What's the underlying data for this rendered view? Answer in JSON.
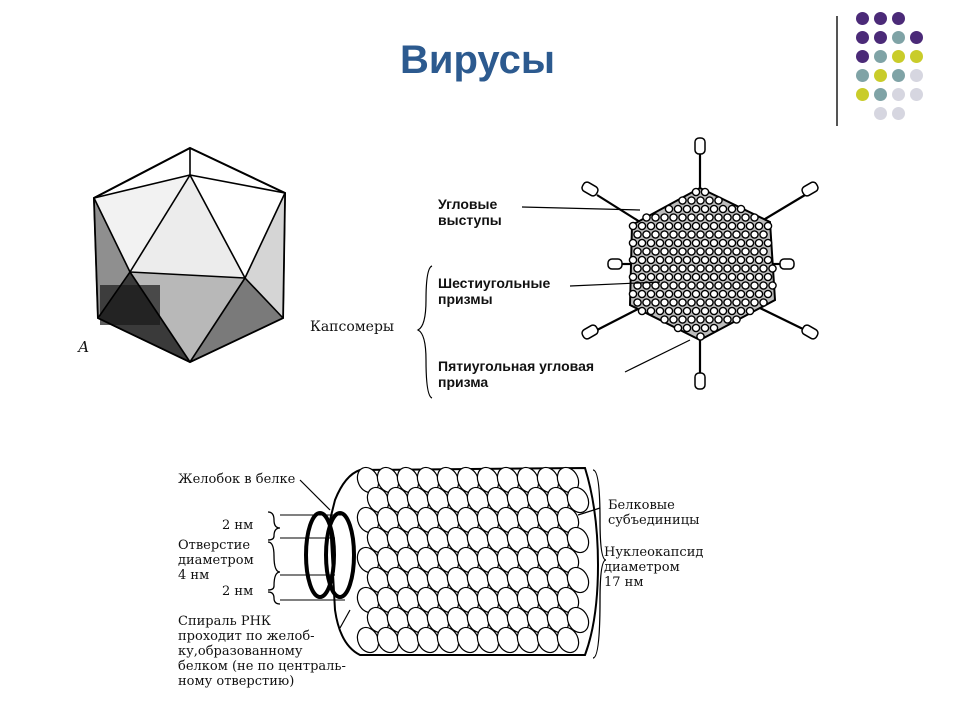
{
  "slide": {
    "title": "Вирусы",
    "title_color": "#2c5a8f"
  },
  "decor": {
    "dot_colors": [
      "#4b2a78",
      "#7fa3a6",
      "#c9cc2a",
      "#d6d6e0"
    ],
    "dot_rows": [
      [
        "",
        "p",
        "p",
        "p",
        ""
      ],
      [
        "",
        "p",
        "p",
        "t",
        "p"
      ],
      [
        "",
        "p",
        "t",
        "y",
        "y"
      ],
      [
        "",
        "t",
        "y",
        "t",
        "l"
      ],
      [
        "",
        "y",
        "t",
        "l",
        "l"
      ],
      [
        "",
        "",
        "l",
        "l",
        ""
      ]
    ]
  },
  "icosahedron": {
    "label": "А"
  },
  "capsid": {
    "corner_projections": "Угловые\nвыступы",
    "hexagonal_prisms": "Шестиугольные\nпризмы",
    "capsomeres": "Капсомеры",
    "pentagonal_prism": "Пятиугольная угловая\nпризма"
  },
  "tmv": {
    "groove": "Желобок в белке",
    "two_nm_top": "2 нм",
    "opening": "Отверстие\nдиаметром\n4 нм",
    "two_nm_bottom": "2 нм",
    "rna_spiral": "Спираль РНК\nпроходит по желоб-\nку,образованному\nбелком (не по централь-\nному отверстию)",
    "protein_subunits": "Белковые\nсубъединицы",
    "nucleocapsid": "Нуклеокапсид\nдиаметром\n17 нм"
  }
}
